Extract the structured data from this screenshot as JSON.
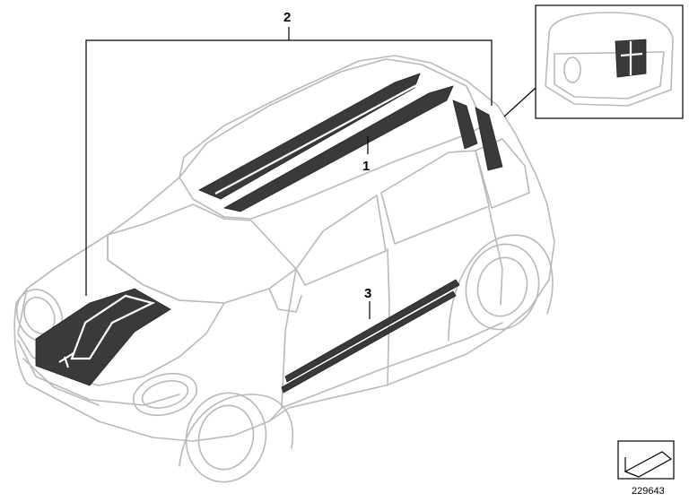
{
  "callouts": {
    "roof_stripes": "1",
    "stripe_kit": "2",
    "side_stripes": "3"
  },
  "reference_number": "229643",
  "icons": {
    "corner_symbol": "arrow-indicator-icon"
  },
  "colors": {
    "car_outline": "#b9b9b9",
    "stripe": "#3a3a3a"
  }
}
